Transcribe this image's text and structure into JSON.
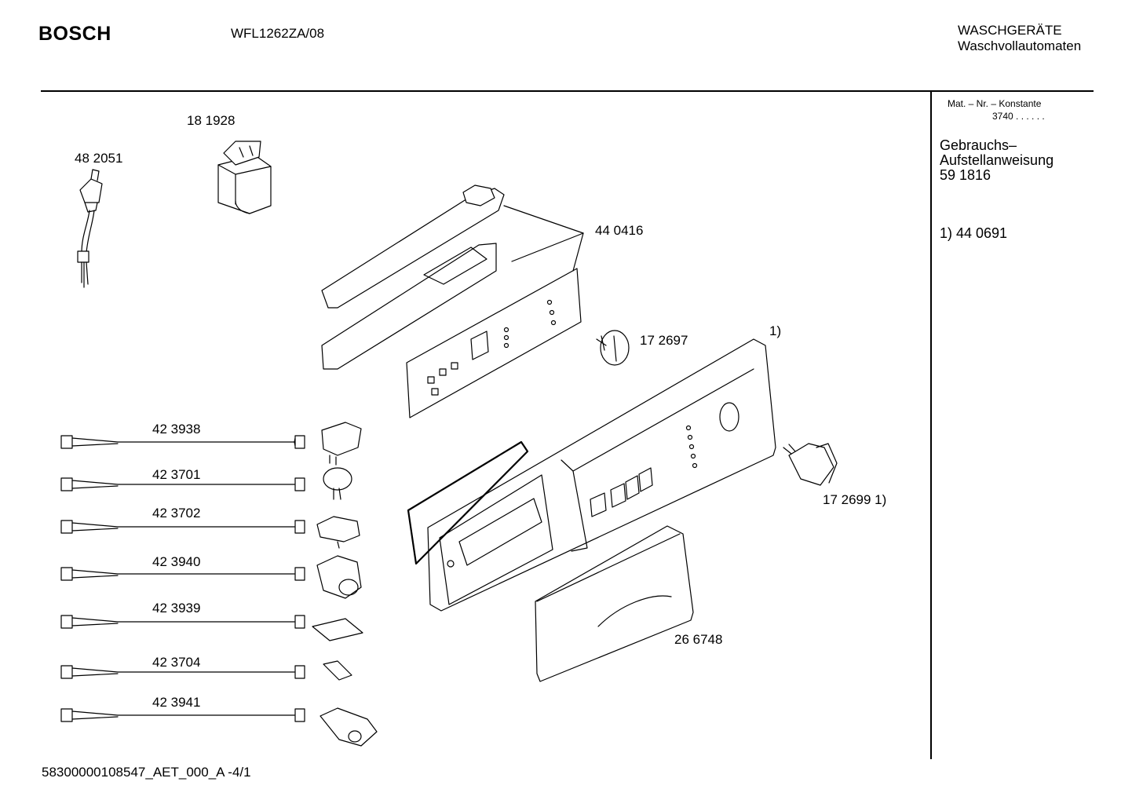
{
  "header": {
    "brand": "BOSCH",
    "model": "WFL1262ZA/08",
    "category_line1": "WASCHGERÄTE",
    "category_line2": "Waschvollautomaten"
  },
  "sidebar": {
    "mat_label": "Mat. – Nr. – Konstante",
    "mat_value": "3740  .  .   .  .  .  .",
    "manual_line1": "Gebrauchs–",
    "manual_line2": "Aufstellanweisung",
    "manual_number": "59 1816",
    "footnote": "1)  44 0691"
  },
  "parts": {
    "mains_cable": "48 2051",
    "suppressor": "18 1928",
    "control_module": "44 0416",
    "knob_shaft": "17 2697",
    "panel_note": "1)",
    "knob": "17 2699 1)",
    "drawer_handle": "26 6748",
    "harness_1": "42 3938",
    "harness_2": "42 3701",
    "harness_3": "42 3702",
    "harness_4": "42 3940",
    "harness_5": "42 3939",
    "harness_6": "42 3704",
    "harness_7": "42 3941"
  },
  "footer": {
    "document_id": "58300000108547_AET_000_A  -4/1"
  }
}
